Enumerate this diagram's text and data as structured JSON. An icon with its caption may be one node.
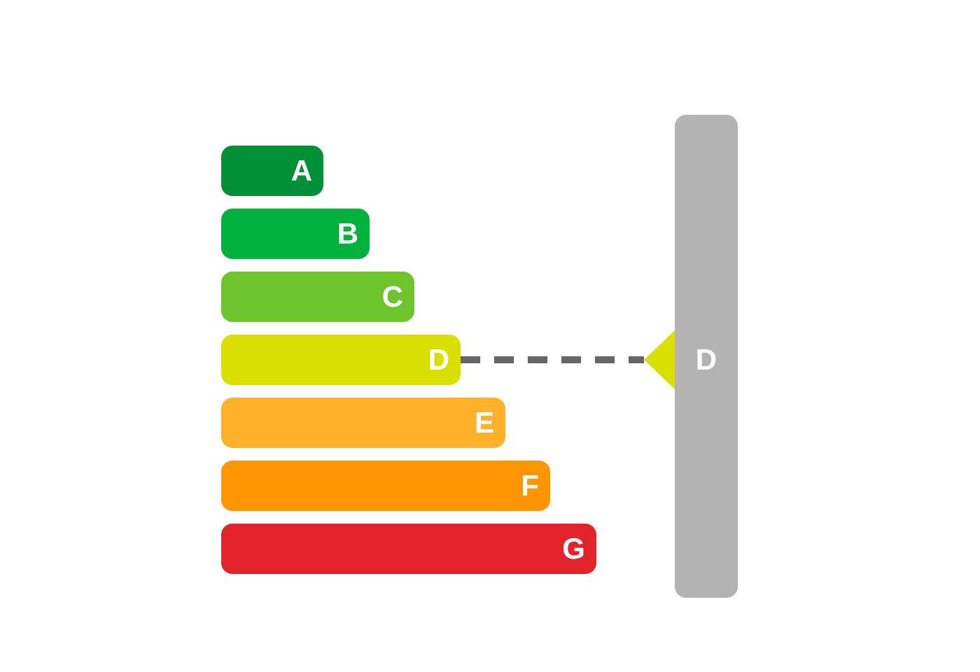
{
  "diagram": {
    "nodes": [
      {
        "text": [
          "A"
        ]
      },
      {
        "text": [
          "B"
        ]
      },
      {
        "text": [
          "C"
        ]
      },
      {
        "text": [
          "D"
        ]
      },
      {
        "text": [
          "E"
        ]
      },
      {
        "text": [
          "F"
        ]
      },
      {
        "text": [
          "G"
        ]
      },
      {
        "text": [
          "D"
        ]
      }
    ],
    "edges": [
      {
        "from": 3,
        "to": 7,
        "arrow": "none",
        "style": "dashed"
      }
    ]
  }
}
